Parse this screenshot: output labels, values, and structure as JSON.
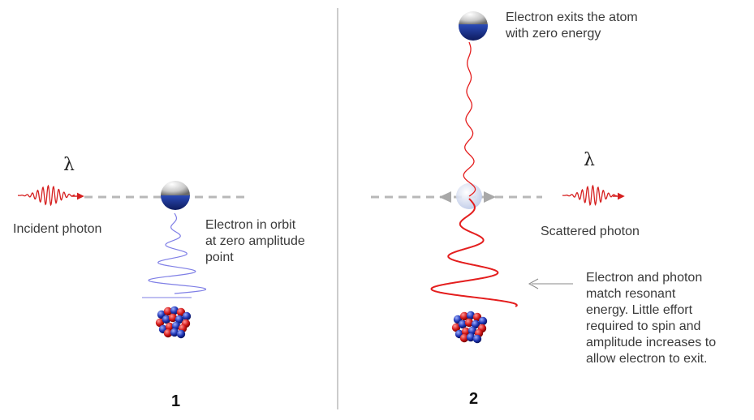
{
  "panel1": {
    "lambda": "λ",
    "incident_label": "Incident photon",
    "electron_label": [
      "Electron in orbit",
      "at zero amplitude",
      "point"
    ],
    "number": "1"
  },
  "panel2": {
    "lambda": "λ",
    "exit_label": [
      "Electron exits the atom",
      "with zero energy"
    ],
    "scattered_label": "Scattered photon",
    "resonance_label": [
      "Electron and photon",
      "match resonant",
      "energy.  Little effort",
      "required to spin and",
      "amplitude increases to",
      "allow electron to exit."
    ],
    "number": "2"
  },
  "colors": {
    "photon": "#d62020",
    "electron_blue": "#1a2f8c",
    "spiral_blue": "#7f7fe6",
    "spiral_red": "#e41e1e",
    "dash": "#b8b8b8",
    "divider": "#9a9a9a"
  }
}
